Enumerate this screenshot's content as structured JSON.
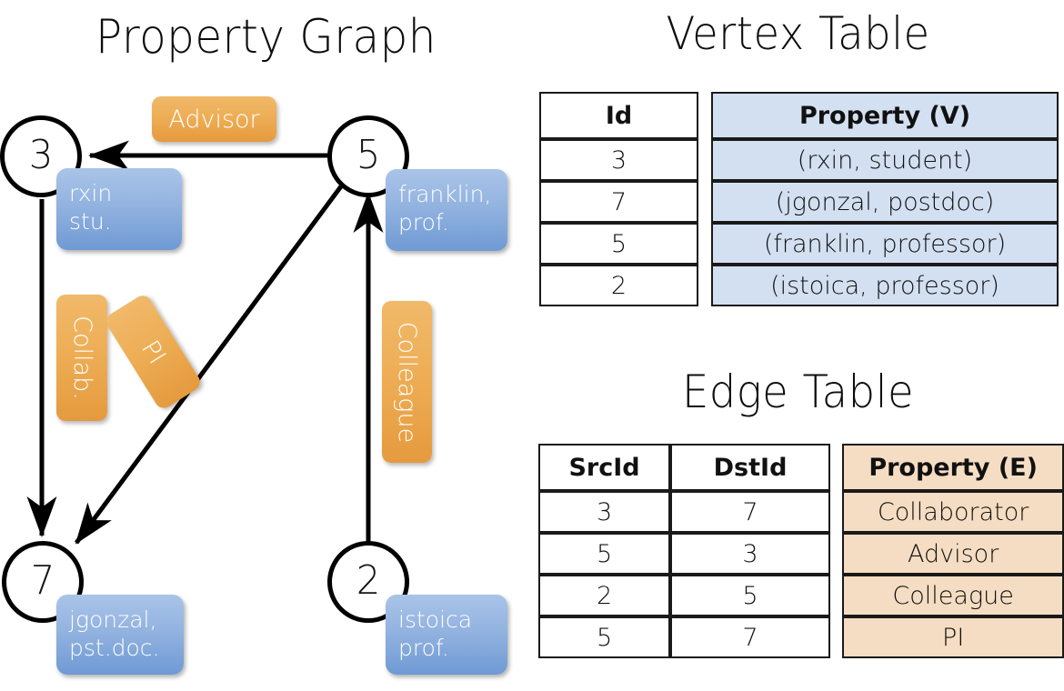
{
  "titles": {
    "property_graph": "Property Graph",
    "vertex_table": "Vertex Table",
    "edge_table": "Edge Table"
  },
  "colors": {
    "node_stroke": "#000000",
    "vertex_property_fill": "#d3e0f2",
    "edge_property_fill": "#f5ddc3",
    "blue_box": "#7ba4da",
    "orange_box": "#eda94f",
    "text": "#111111"
  },
  "graph": {
    "nodes": [
      {
        "id": "3",
        "property_lines": [
          "rxin",
          "stu."
        ]
      },
      {
        "id": "5",
        "property_lines": [
          "franklin,",
          "prof."
        ]
      },
      {
        "id": "7",
        "property_lines": [
          "jgonzal,",
          "pst.doc."
        ]
      },
      {
        "id": "2",
        "property_lines": [
          "istoica",
          "prof."
        ]
      }
    ],
    "edges": [
      {
        "src": "5",
        "dst": "3",
        "label": "Advisor"
      },
      {
        "src": "3",
        "dst": "7",
        "label": "Collab."
      },
      {
        "src": "5",
        "dst": "7",
        "label": "PI"
      },
      {
        "src": "2",
        "dst": "5",
        "label": "Colleague"
      }
    ]
  },
  "vertex_table": {
    "headers": [
      "Id",
      "Property (V)"
    ],
    "rows": [
      {
        "id": "3",
        "property": "(rxin, student)"
      },
      {
        "id": "7",
        "property": "(jgonzal, postdoc)"
      },
      {
        "id": "5",
        "property": "(franklin, professor)"
      },
      {
        "id": "2",
        "property": "(istoica, professor)"
      }
    ]
  },
  "edge_table": {
    "headers": [
      "SrcId",
      "DstId",
      "Property (E)"
    ],
    "rows": [
      {
        "src": "3",
        "dst": "7",
        "property": "Collaborator"
      },
      {
        "src": "5",
        "dst": "3",
        "property": "Advisor"
      },
      {
        "src": "2",
        "dst": "5",
        "property": "Colleague"
      },
      {
        "src": "5",
        "dst": "7",
        "property": "PI"
      }
    ]
  }
}
